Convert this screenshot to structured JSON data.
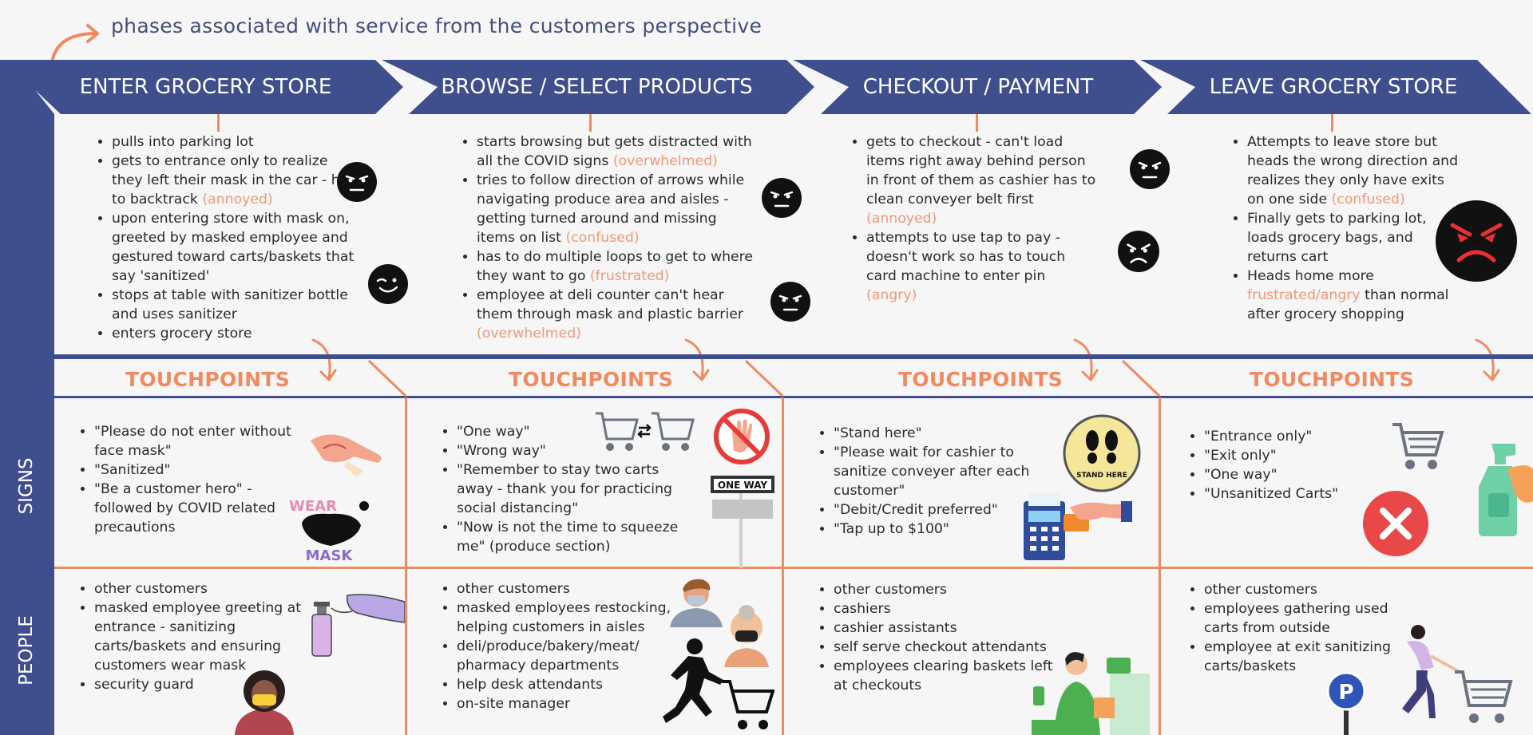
{
  "title": "phases associated with service from the customers perspective",
  "colors": {
    "navy": "#3f4e8c",
    "accent": "#f08a60",
    "background": "#f6f6f6"
  },
  "phases": [
    {
      "label": "ENTER GROCERY STORE",
      "steps": [
        {
          "text": "pulls into parking lot",
          "emotion": ""
        },
        {
          "text": "gets to entrance only to realize they left their mask in the car - has to backtrack",
          "emotion": "(annoyed)"
        },
        {
          "text": "upon entering store with mask on, greeted by masked employee and gestured toward carts/baskets that say 'sanitized'",
          "emotion": ""
        },
        {
          "text": "stops at table with sanitizer bottle and uses sanitizer",
          "emotion": ""
        },
        {
          "text": "enters grocery store",
          "emotion": ""
        }
      ],
      "signs": [
        "\"Please do not enter without face mask\"",
        "\"Sanitized\"",
        "\"Be a customer hero\" - followed by COVID related precautions"
      ],
      "people": [
        "other customers",
        "masked employee greeting at entrance - sanitizing carts/baskets and ensuring customers wear mask",
        "security guard"
      ]
    },
    {
      "label": "BROWSE / SELECT PRODUCTS",
      "steps": [
        {
          "text": "starts browsing but gets distracted with all the COVID signs",
          "emotion": "(overwhelmed)"
        },
        {
          "text": "tries to follow direction of arrows while navigating produce area and aisles - getting turned around and missing items on list",
          "emotion": "(confused)"
        },
        {
          "text": "has to do multiple loops to get to where they want to go",
          "emotion": "(frustrated)"
        },
        {
          "text": "employee at deli counter can't hear them through mask and plastic barrier",
          "emotion": "(overwhelmed)"
        }
      ],
      "signs": [
        "\"One way\"",
        "\"Wrong way\"",
        "\"Remember to stay two carts away - thank you for practicing social distancing\"",
        "\"Now is not the time to squeeze me\" (produce section)"
      ],
      "people": [
        "other customers",
        "masked employees restocking, helping customers in aisles",
        "deli/produce/bakery/meat/ pharmacy departments",
        "help desk attendants",
        "on-site manager"
      ]
    },
    {
      "label": "CHECKOUT / PAYMENT",
      "steps": [
        {
          "text": "gets to checkout - can't load items right away behind person in front of them as cashier has to clean conveyer belt first",
          "emotion": "(annoyed)"
        },
        {
          "text": "attempts to use tap to pay - doesn't work so has to touch card machine to enter pin",
          "emotion": "(angry)"
        }
      ],
      "signs": [
        "\"Stand here\"",
        "\"Please wait for cashier to sanitize conveyer after each customer\"",
        "\"Debit/Credit preferred\"",
        "\"Tap up to $100\""
      ],
      "people": [
        "other customers",
        "cashiers",
        "cashier assistants",
        "self serve checkout attendants",
        "employees clearing baskets left at checkouts"
      ]
    },
    {
      "label": "LEAVE GROCERY STORE",
      "steps": [
        {
          "text": "Attempts to leave store but heads the wrong direction and realizes they only have exits on one side",
          "emotion": "(confused)"
        },
        {
          "text": "Finally gets to parking lot, loads grocery bags, and returns cart",
          "emotion": ""
        },
        {
          "text": "Heads home more",
          "emotion": "frustrated/angry",
          "tail": "than normal after grocery shopping"
        }
      ],
      "signs": [
        "\"Entrance only\"",
        "\"Exit only\"",
        "\"One way\"",
        "\"Unsanitized Carts\""
      ],
      "people": [
        "other customers",
        "employees gathering used carts from outside",
        "employee at exit sanitizing carts/baskets"
      ]
    }
  ],
  "touchpoints_label": "TOUCHPOINTS",
  "rows": {
    "signs": "SIGNS",
    "people": "PEOPLE"
  },
  "sign_text": {
    "one_way": "ONE WAY",
    "stand_here": "STAND HERE",
    "wear": "WEAR",
    "mask": "MASK"
  },
  "icons": [
    "face-neutral-icon",
    "face-wink-icon",
    "face-annoyed-icon",
    "face-angry-icon",
    "shopping-cart-icon",
    "no-entry-hand-icon",
    "one-way-sign-icon",
    "footprints-icon",
    "card-reader-icon",
    "parking-sign-icon",
    "x-circle-icon",
    "spray-bottle-icon",
    "curved-arrow-icon"
  ]
}
